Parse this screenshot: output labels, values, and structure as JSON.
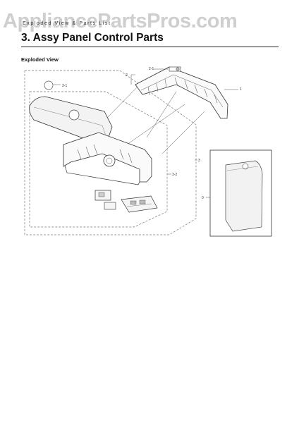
{
  "watermark": "AppliancePartsPros.com",
  "header": {
    "section_text": "Exploded View & Parts List",
    "title": "3.  Assy Panel Control Parts",
    "subtitle": "Exploded View"
  },
  "callouts": {
    "c1": "1",
    "c2": "2",
    "c2_1": "2-1",
    "c3": "3",
    "c3_1": "3-1",
    "c3_2": "3-2",
    "c0": "0"
  }
}
